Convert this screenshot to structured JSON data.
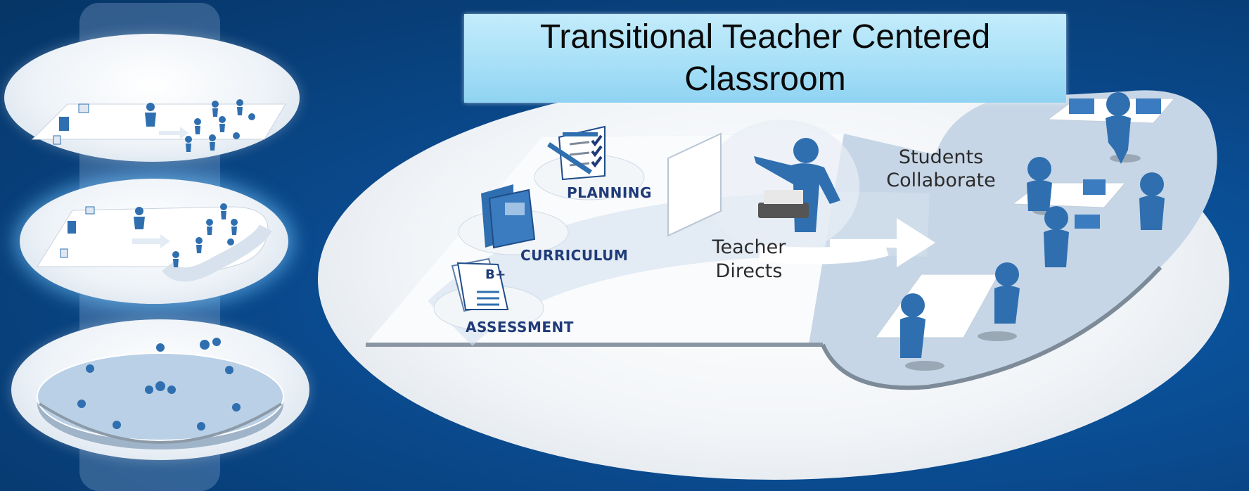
{
  "slide": {
    "title": "Transitional Teacher Centered Classroom"
  },
  "diagram": {
    "labels": {
      "planning": "PLANNING",
      "curriculum": "CURRICULUM",
      "assessment": "ASSESSMENT",
      "grade": "B+",
      "teacher_line1": "Teacher",
      "teacher_line2": "Directs",
      "students_line1": "Students",
      "students_line2": "Collaborate"
    }
  },
  "thumbnails": [
    {
      "name": "thumbnail-teacher-centered",
      "active": false
    },
    {
      "name": "thumbnail-transitional",
      "active": true
    },
    {
      "name": "thumbnail-student-centered",
      "active": false
    }
  ],
  "colors": {
    "figure_blue": "#2f6fb0",
    "label_navy": "#1f3b78",
    "title_bg": "#a8e0f7"
  }
}
